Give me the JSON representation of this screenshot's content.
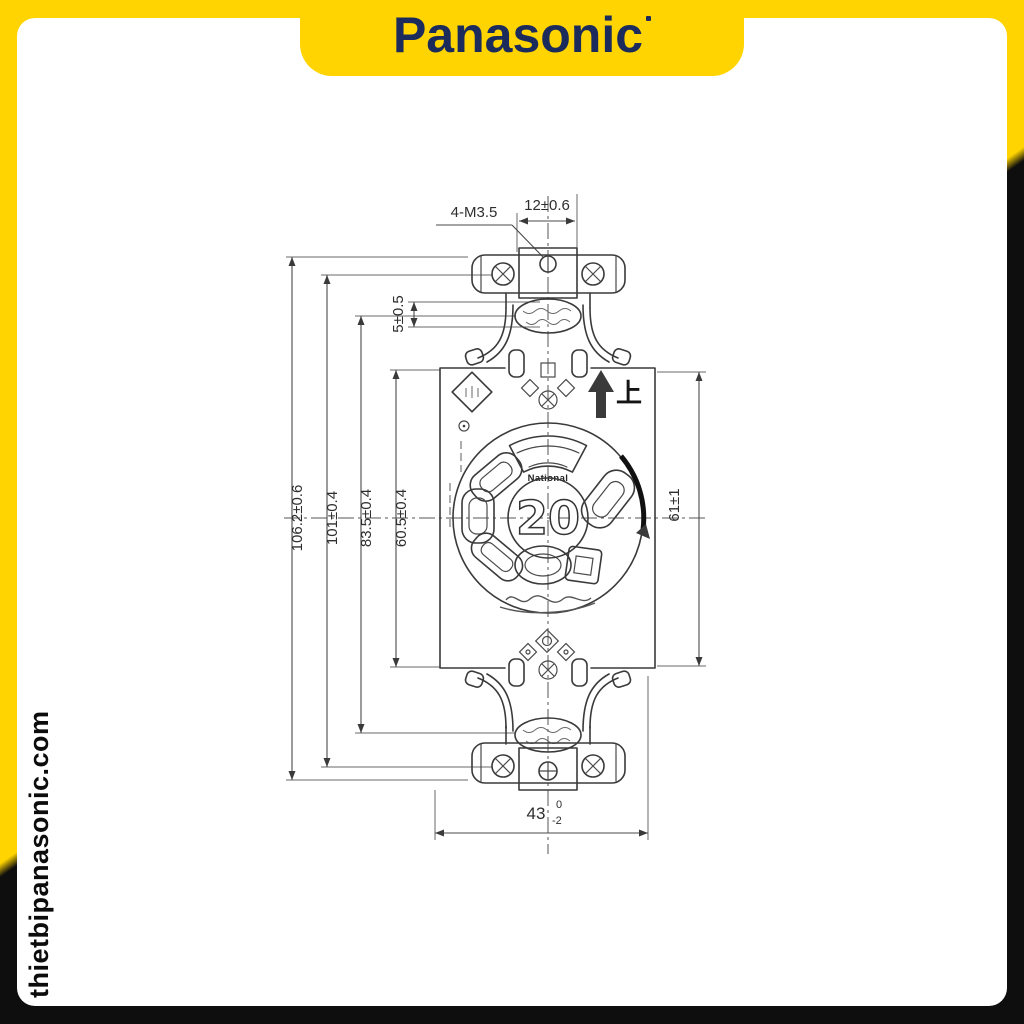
{
  "header": {
    "logo_text": "Panasonic"
  },
  "watermark": {
    "text": "thietbipanasonic.com"
  },
  "colors": {
    "frame_yellow": "#FFD400",
    "frame_black": "#0E0E0E",
    "logo_navy": "#1B2B5C"
  },
  "drawing": {
    "labels": {
      "screw_note": "4-M3.5",
      "dim_strap_plate_width": "12±0.6",
      "dim_slot_height": "5±0.5",
      "dim_overall": "106.2±0.6",
      "dim_screw_centers": "101±0.4",
      "dim_slot_centers": "83.5±0.4",
      "dim_body": "60.5±0.4",
      "dim_right": "61±1",
      "dim_bottom_value": "43",
      "dim_bottom_tol_upper": "0",
      "dim_bottom_tol_lower": "-2",
      "rating": "20",
      "face_brand": "National",
      "up_label": "上"
    }
  }
}
